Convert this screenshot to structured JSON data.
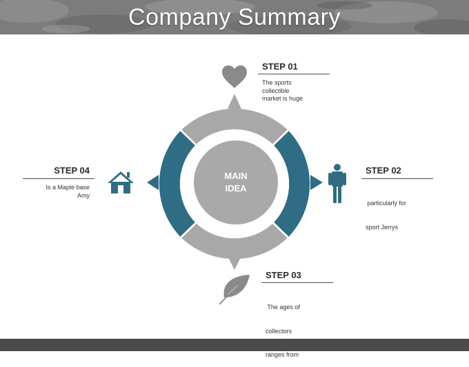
{
  "slide": {
    "title": "Company Summary"
  },
  "center": {
    "line1": "MAIN",
    "line2": "IDEA"
  },
  "steps": [
    {
      "title": "STEP 01",
      "lines": [
        "The sports",
        "collectible",
        "market is huge"
      ],
      "icon": "heart-icon"
    },
    {
      "title": "STEP 02",
      "lines": [
        " particularly for",
        "sport Jerrys"
      ],
      "icon": "person-icon"
    },
    {
      "title": "STEP 03",
      "lines": [
        " The ages of",
        "collectors",
        "ranges from"
      ],
      "icon": "leaf-icon"
    },
    {
      "title": "STEP 04",
      "lines": [
        "Is a Maple base",
        "Amy"
      ],
      "icon": "house-icon"
    }
  ],
  "colors": {
    "teal": "#2e6d84",
    "gray_segment": "#a8a8a8",
    "inner_circle": "#a9a9a9",
    "icon_gray": "#8a8a8a",
    "footer": "#4a4a4a"
  }
}
